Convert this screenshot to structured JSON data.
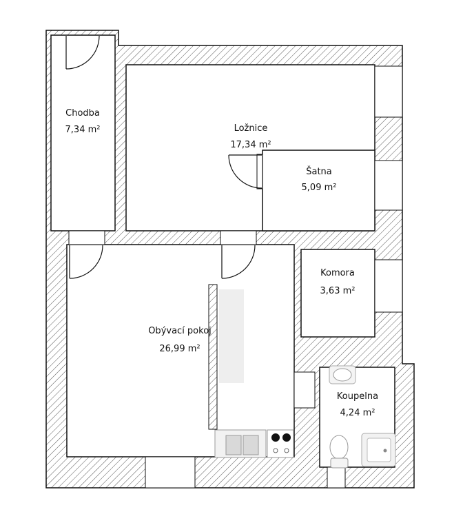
{
  "rooms": {
    "chodba": {
      "name": "Chodba",
      "area": "7,34 m²"
    },
    "loznice": {
      "name": "Ložnice",
      "area": "17,34 m²"
    },
    "satna": {
      "name": "Šatna",
      "area": "5,09 m²"
    },
    "komora": {
      "name": "Komora",
      "area": "3,63 m²"
    },
    "obyvaci": {
      "name": "Obývací pokoj",
      "area": "26,99 m²"
    },
    "koupelna": {
      "name": "Koupelna",
      "area": "4,24 m²"
    }
  },
  "colors": {
    "wall_hatch": "#444444",
    "line": "#111111"
  }
}
